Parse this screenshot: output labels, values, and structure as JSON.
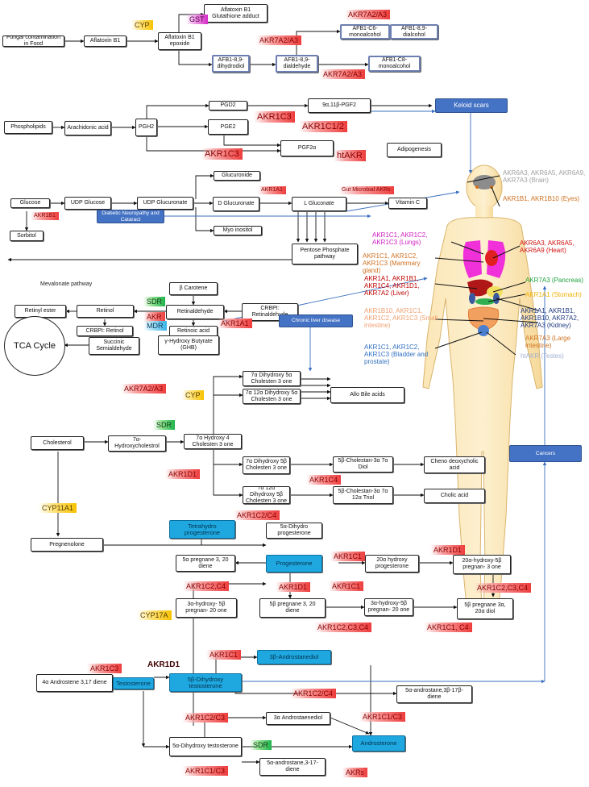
{
  "nodes": {
    "fungal": "Fungal contamination in Food",
    "aflatoxin_b1": "Aflatoxin B1",
    "afb1_epoxide": "Aflatoxin B1 epoxide",
    "glutathione_adduct": "Aflatoxin B1 Glutathione adduct",
    "afb1_c6": "AFB1-C6- monoalcohol",
    "afb1_89_dialcohol": "AFB1-8,9- dialcohol",
    "afb1_89_dihydrodiol": "AFB1-8,9- dihydrodiol",
    "afb1_89_dialdehyde": "AFB1-8,9- dialdehyde",
    "afb1_c8": "AFB1-C8- monoalcohol",
    "pgd2": "PGD2",
    "pgf2_9a11b": "9α,11β-PGF2",
    "keloid": "Keloid scars",
    "phospholipids": "Phospholipids",
    "arachidonic": "Arachidonic acid",
    "pgh2": "PGH2",
    "pge2": "PGE2",
    "pgf2a": "PGF2α",
    "adipogenesis": "Adipogenesis",
    "glucuronide": "Glucuronide",
    "glucose": "Glucose",
    "udp_glucose": "UDP Glucose",
    "udp_glucuronate": "UDP Glucuronate",
    "d_glucuronate": "D Glucuronate",
    "l_gluconate": "L Gluconate",
    "vitamin_c": "Vitamin C",
    "diabetic": "Diabetic Neuropathy and Cataract",
    "sorbitol": "Sorbitol",
    "myo_inositol": "Myo inositol",
    "pentose": "Pentose Phosphate pathway",
    "beta_carotene": "β Carotene",
    "retinyl_ester": "Retinyl ester",
    "retinol": "Retinol",
    "retinaldehyde": "Retinaldehyde",
    "crbpi_retinaldehyde": "CRBPI: Retinaldehyde",
    "crbpi_retinol": "CRBPI: Retinol",
    "retinoic_acid": "Retinoic acid",
    "tca": "TCA Cycle",
    "succinic": "Succinic Semialdehyde",
    "ghb": "γ-Hydroxy Butyrate (GHB)",
    "chronic_liver": "Chronic liver disease",
    "c7a_dihydroxy": "7α Dihydroxy 5α Cholesten 3 one",
    "c7a12a_dihydroxy": "7α 12α Dihydroxy 5α Cholesten 3 one",
    "allo_bile": "Allo Bile acids",
    "cholesterol": "Cholesterol",
    "c7a_hydroxycholestrol": "7α- Hydroxycholestrol",
    "c7a_hydroxy4": "7α Hydroxy 4 Cholesten 3 one",
    "c7a_dihydroxy5b": "7α Dihydroxy 5β Cholesten 3 one",
    "c5b_cholestan_diol": "5β-Cholestan-3α 7α Diol",
    "cheno": "Cheno deoxycholic acid",
    "c7a12a_dihydroxy5b": "7α 12α Dihydroxy 5β Cholesten 3 one",
    "c5b_cholestan_triol": "5β-Cholestan-3α 7α 12α Triol",
    "cholic": "Cholic acid",
    "cancers": "Cancers",
    "pregnenolone": "Pregnenolone",
    "tetrahydro_prog": "Tetrahydro progesterone",
    "dihydro_prog": "5α-Dihydro progesterone",
    "pregnane_diene": "5α pregnane 3, 20 diene",
    "progesterone": "Progesterone",
    "hydroxy20a_prog": "20α hydroxy progesterone",
    "hydroxy20a_5b": "20α-hydroxy-5β pregnan- 3 one",
    "hydroxy3a_5b": "3α-hydroxy- 5β pregnan- 20 one",
    "pregnane5b_diene": "5β pregnane 3, 20 diene",
    "hydroxy3a_5b_2": "3α-hydroxy-5β pregnan- 20 one",
    "pregnane5b_diol": "5β pregnane 3α, 20α diol",
    "androstanedione4": "4α Androstene 3,17 diene",
    "testosterone": "Testosterone",
    "androstanediol3b": "3β-Androstanediol",
    "dht5b": "5β-Dihydroxy testosterone",
    "androstane5a_3b": "5α-androstane,3β-17β-diene",
    "androstaenediol3a": "3α Androstaenediol",
    "dht5a": "5α-Dihydroxy testosterone",
    "androsterone": "Androsterone",
    "androstane5a_317": "5α-androstane,3-17- diene"
  },
  "labels": {
    "cyp1": "CYP",
    "gst": "GST",
    "akr7a2a3_1": "AKR7A2/A3",
    "akr7a2a3_2": "AKR7A2/A3",
    "akr7a2a3_3": "AKR7A2/A3",
    "akr1c3_1": "AKR1C3",
    "akr1c12": "AKR1C1/2",
    "akr1c3_2": "AKR1C3",
    "htakr": "htAKR",
    "akr1a1_1": "AKR1A1",
    "gut_microbial": "Gut Microbial AKRs",
    "akr1b1": "AKR1B1",
    "mevalonate": "Mevalonate pathway",
    "sdr1": "SDR",
    "akr": "AKR",
    "mdr": "MDR",
    "akr1a1_2": "AKR1A1",
    "akr7a2a3_4": "AKR7A2/A3",
    "cyp2": "CYP",
    "sdr2": "SDR",
    "akr1d1_1": "AKR1D1",
    "akr1c4": "AKR1C4",
    "cyp11a1": "CYP11A1",
    "akr1c2c4_1": "AKR1C2/C4",
    "akr1d1_2": "AKR1D1",
    "akr1c1_1": "AKR1C1",
    "akr1c2c4_2": "AKR1C2,C4",
    "akr1d1_3": "AKR1D1",
    "akr1c1_2": "AKR1C1",
    "akr1c2c3c4_1": "AKR1C2,C3,C4",
    "cyp17a": "CYP17A",
    "akr1c2c3c4_2": "AKR1C2,C3,C4",
    "akr1c1c4": "AKR1C1, C4",
    "akr1c1_3": "AKR1C1",
    "akr1c3_3": "AKR1C3",
    "akr1d1_4": "AKR1D1",
    "akr1c2c4_3": "AKR1C2/C4",
    "akr1c2c3": "AKR1C2/C3",
    "akr1c1c3_1": "AKR1C1/C3",
    "sdr3": "SDR",
    "akr1c1c3_2": "AKR1C1/C3",
    "akrs": "AKRs"
  },
  "organs": {
    "brain": "AKR6A3, AKR6A5, AKR6A9, AKR7A3 (Brain)",
    "eyes": "AKR1B1, AKR1B10 (Eyes)",
    "lungs": "AKR1C1, AKR1C2, AKR1C3 (Lungs)",
    "heart": "AKR6A3, AKR6A5, AKR6A9 (Heart)",
    "mammary": "AKR1C1, AKR1C2, AKR1C3 (Mammary gland)",
    "liver": "AKR1A1, AKR1B1, AKR1C4, AKR1D1, AKR7A2 (Liver)",
    "pancreas": "AKR7A3 (Pancreas)",
    "stomach": "AKR1A1 (Stomach)",
    "small_intestine": "AKR1B10, AKR1C1, AKR1C2, AKR1C3 (Small intestine)",
    "kidney": "AKR1A1, AKR1B1, AKR1B10, AKR7A2, AKR7A3 (Kidney)",
    "large_intestine": "AKR7A3 (Large intestine)",
    "bladder": "AKR1C1, AKR1C2, AKR1C3 (Bladder and prostate)",
    "testes": "htAKR (Testes)"
  },
  "colors": {
    "brain": "#a0a0a0",
    "eyes": "#d07020",
    "lungs": "#d020c0",
    "heart": "#d01010",
    "mammary": "#d07020",
    "liver": "#c00000",
    "pancreas": "#20a040",
    "stomach": "#f0b000",
    "small_intestine": "#f0a070",
    "kidney": "#203a80",
    "large_intestine": "#d07020",
    "bladder": "#3070c0",
    "testes": "#a0b0d0"
  }
}
